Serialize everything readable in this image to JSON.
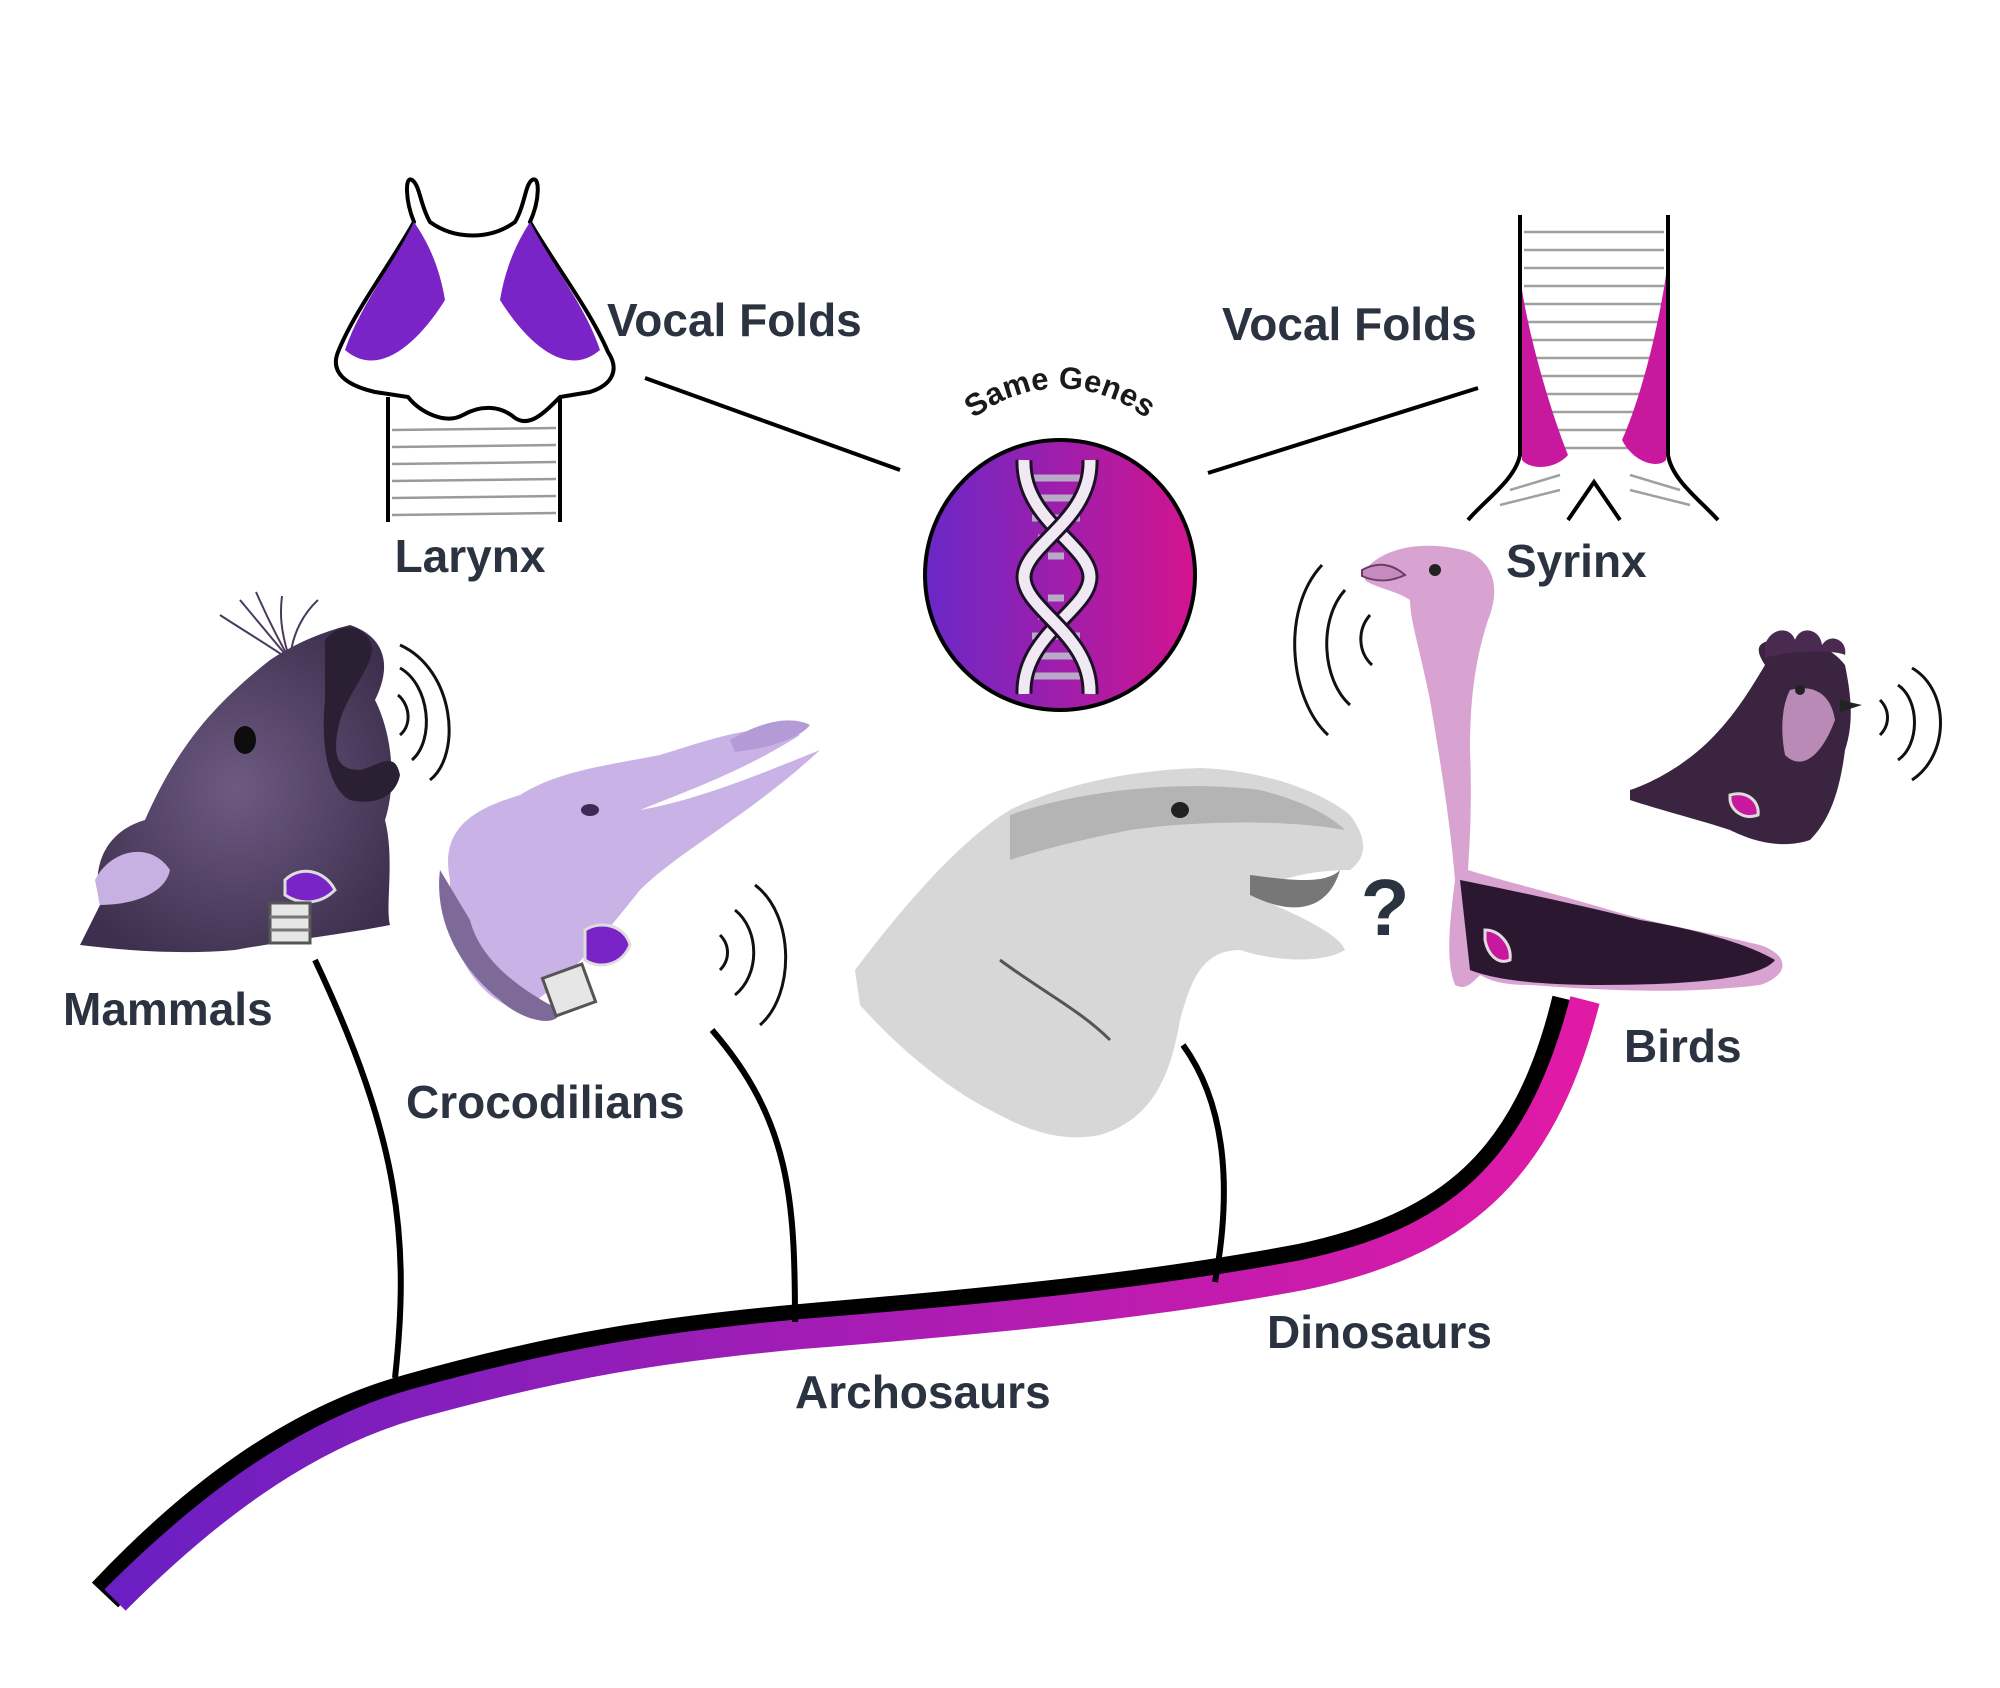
{
  "labels": {
    "larynx": "Larynx",
    "vocal_folds_left": "Vocal Folds",
    "vocal_folds_right": "Vocal Folds",
    "syrinx": "Syrinx",
    "same_genes": "Same Genes",
    "mammals": "Mammals",
    "crocodilians": "Crocodilians",
    "birds": "Birds",
    "archosaurs": "Archosaurs",
    "dinosaurs": "Dinosaurs",
    "unknown_mark": "?"
  },
  "colors": {
    "purple": "#6a1fc2",
    "magenta": "#e11aa6",
    "label_text": "#2b3340",
    "line": "#000000"
  },
  "icons": {
    "dna": "dna-double-helix-icon",
    "sound_waves": "sound-waves-icon"
  }
}
